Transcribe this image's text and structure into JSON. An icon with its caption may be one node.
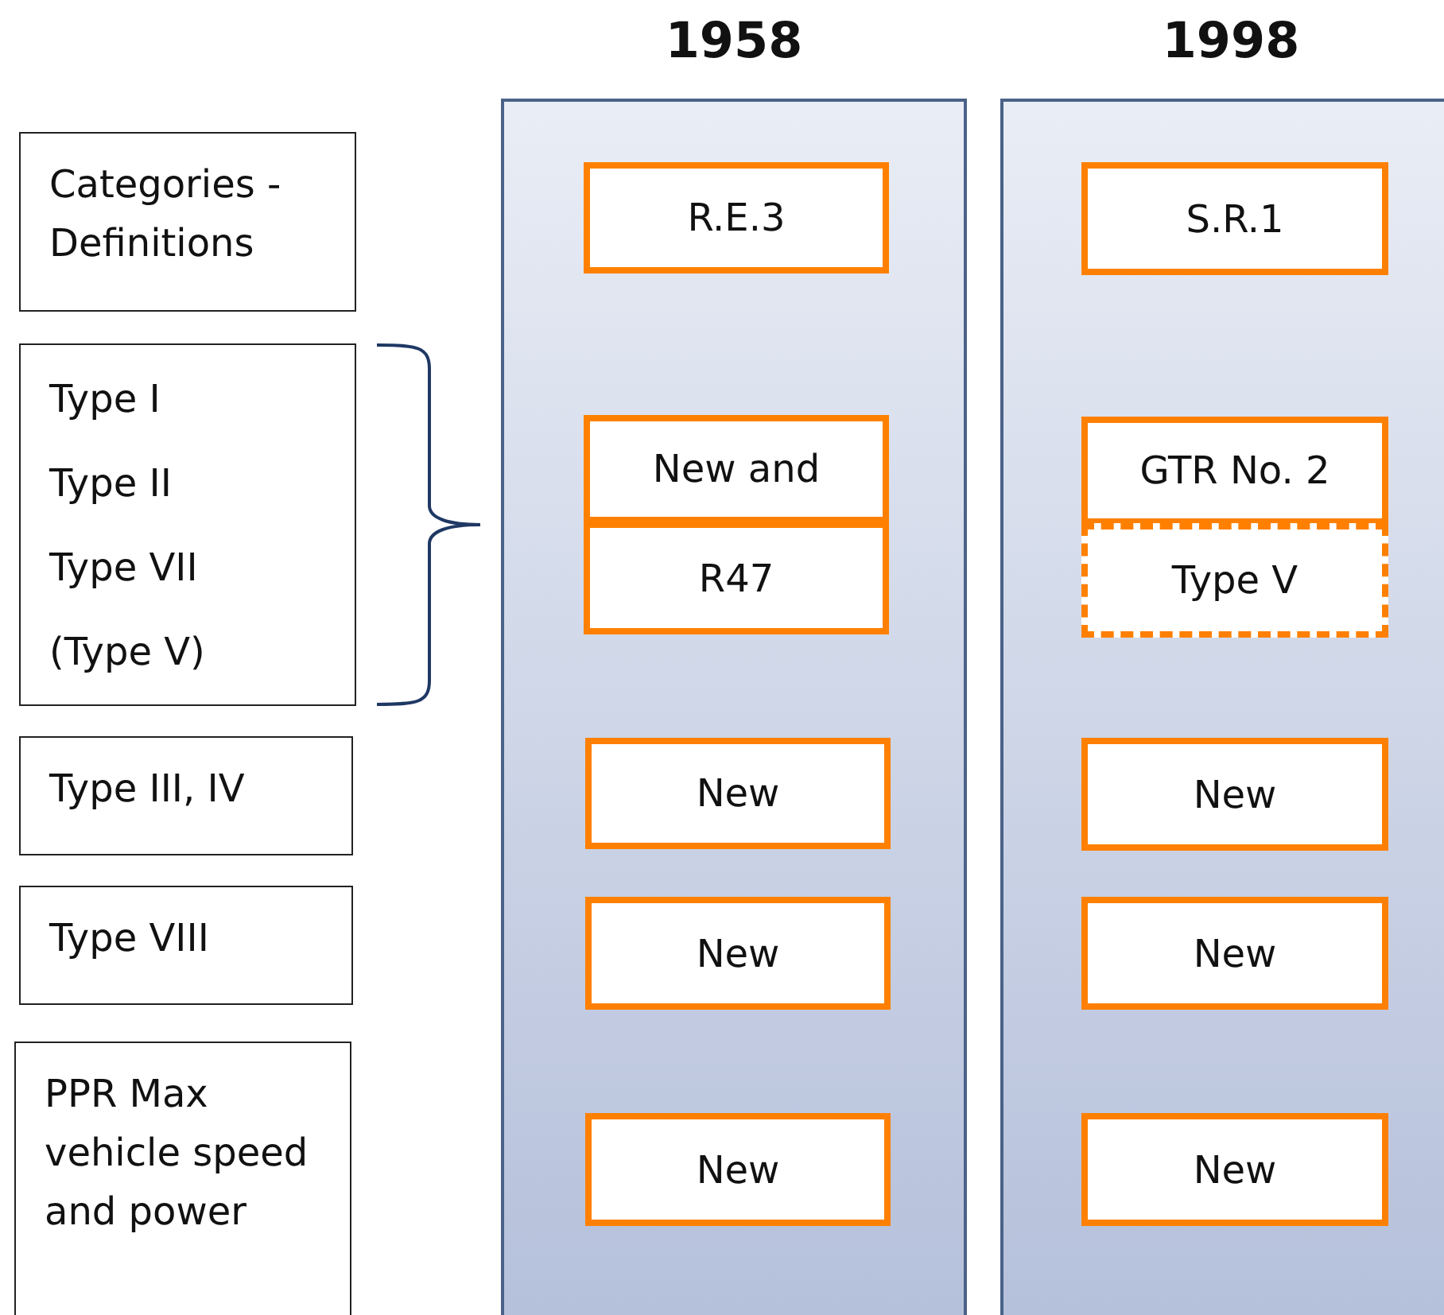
{
  "diagram": {
    "nodes": [
      {
        "text": [
          "Categories - Definitions"
        ]
      },
      {
        "text": [
          "Type I",
          "Type II",
          "Type VII",
          "(Type V)"
        ]
      },
      {
        "text": [
          "Type III, IV"
        ]
      },
      {
        "text": [
          "Type VIII"
        ]
      },
      {
        "text": [
          "PPR Max vehicle speed and power"
        ]
      },
      {
        "text": [
          "1958"
        ]
      },
      {
        "text": [
          "R.E.3"
        ],
        "in": 5
      },
      {
        "text": [
          "New and"
        ],
        "in": 5
      },
      {
        "text": [
          "R47"
        ],
        "in": 5
      },
      {
        "text": [
          "New"
        ],
        "in": 5
      },
      {
        "text": [
          "New"
        ],
        "in": 5
      },
      {
        "text": [
          "New"
        ],
        "in": 5
      },
      {
        "text": [
          "1998"
        ]
      },
      {
        "text": [
          "S.R.1"
        ],
        "in": 12
      },
      {
        "text": [
          "GTR No. 2"
        ],
        "in": 12
      },
      {
        "text": [
          "Type V"
        ],
        "in": 12
      },
      {
        "text": [
          "New"
        ],
        "in": 12
      },
      {
        "text": [
          "New"
        ],
        "in": 12
      },
      {
        "text": [
          "New"
        ],
        "in": 12
      }
    ]
  }
}
